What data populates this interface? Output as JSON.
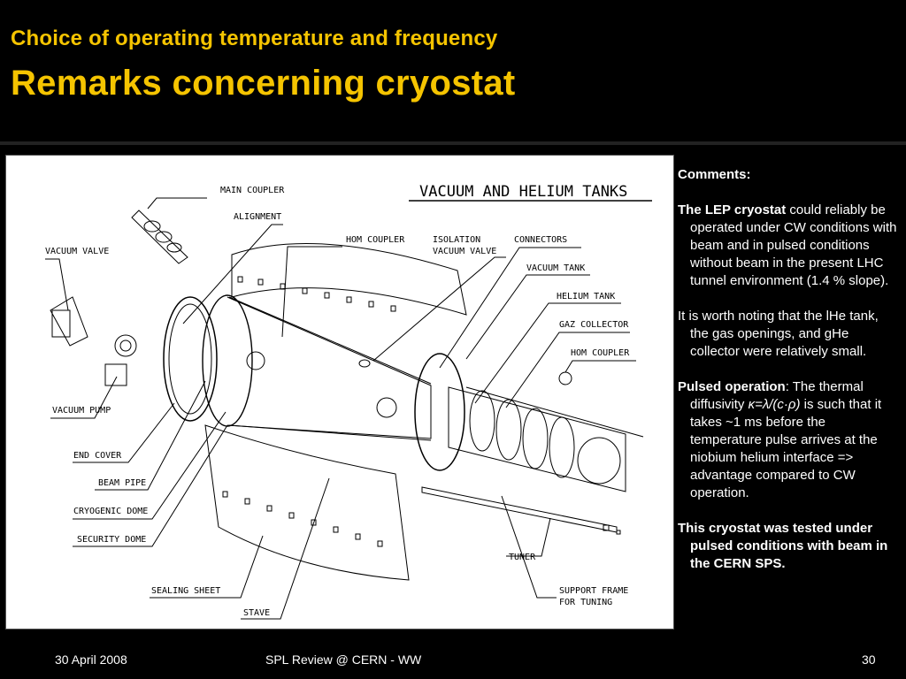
{
  "slide": {
    "subtitle": "Choice of operating temperature and frequency",
    "title": "Remarks concerning cryostat"
  },
  "diagram": {
    "title": "VACUUM AND HELIUM TANKS",
    "labels": {
      "main_coupler": "MAIN COUPLER",
      "alignment": "ALIGNMENT",
      "vacuum_valve": "VACUUM VALVE",
      "hom_coupler_1": "HOM COUPLER",
      "isolation_valve_1": "ISOLATION",
      "isolation_valve_2": "VACUUM VALVE",
      "connectors": "CONNECTORS",
      "vacuum_tank": "VACUUM TANK",
      "helium_tank": "HELIUM TANK",
      "gaz_collector": "GAZ COLLECTOR",
      "hom_coupler_2": "HOM COUPLER",
      "vacuum_pump": "VACUUM PUMP",
      "end_cover": "END COVER",
      "beam_pipe": "BEAM PIPE",
      "cryogenic_dome": "CRYOGENIC DOME",
      "security_dome": "SECURITY DOME",
      "tuner": "TUNER",
      "sealing_sheet": "SEALING SHEET",
      "stave": "STAVE",
      "support_frame_1": "SUPPORT FRAME",
      "support_frame_2": "FOR TUNING"
    }
  },
  "comments": {
    "heading": "Comments:",
    "p1_bold": "The LEP cryostat",
    "p1_rest": " could reliably be operated under CW conditions with beam and in pulsed conditions without beam in the present LHC tunnel environment (1.4 % slope).",
    "p2": "It is worth noting that the lHe tank, the gas openings, and gHe collector were relatively small.",
    "p3_bold": "Pulsed operation",
    "p3_a": ": The thermal diffusivity ",
    "p3_kappa": "κ=λ/(c·ρ)",
    "p3_b": " is such that it takes ~1 ms before the temperature pulse arrives at the niobium helium interface => advantage compared to CW operation.",
    "p4": "This cryostat was tested under pulsed conditions with beam in the CERN SPS."
  },
  "footer": {
    "date": "30 April 2008",
    "center": "SPL Review  @ CERN - WW",
    "page": "30"
  }
}
